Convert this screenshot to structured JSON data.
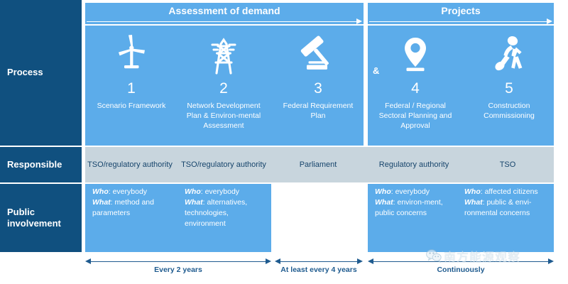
{
  "sidebar": {
    "rows": [
      {
        "label": "Process"
      },
      {
        "label": "Responsible"
      },
      {
        "label": "Public\ninvolvement"
      }
    ]
  },
  "headers": [
    {
      "label": "Assessment of demand",
      "arrow": "arrow-right"
    },
    {
      "label": "Projects",
      "arrow": "arrow-right"
    }
  ],
  "conjunction": "&",
  "steps": [
    {
      "number": "1",
      "label": "Scenario Framework",
      "icon": "wind-turbine-icon"
    },
    {
      "number": "2",
      "label": "Network Development Plan & Environ-mental Assessment",
      "icon": "transmission-tower-icon"
    },
    {
      "number": "3",
      "label": "Federal Requirement Plan",
      "icon": "gavel-icon"
    },
    {
      "number": "4",
      "label": "Federal / Regional Sectoral Planning and Approval",
      "icon": "map-pin-icon"
    },
    {
      "number": "5",
      "label": "Construction Commissioning",
      "icon": "construction-worker-icon"
    }
  ],
  "responsible": [
    {
      "value": "TSO/regulatory authority"
    },
    {
      "value": "TSO/regulatory authority"
    },
    {
      "value": "Parliament"
    },
    {
      "value": "Regulatory authority"
    },
    {
      "value": "TSO"
    }
  ],
  "public_involvement": [
    {
      "who_label": "Who",
      "who_value": ": everybody",
      "what_label": "What",
      "what_value": ": method and parameters",
      "filled": true
    },
    {
      "who_label": "Who",
      "who_value": ": everybody",
      "what_label": "What",
      "what_value": ": alternatives, technologies, environment",
      "filled": true
    },
    {
      "who_label": "",
      "who_value": "",
      "what_label": "",
      "what_value": "",
      "filled": false
    },
    {
      "who_label": "Who",
      "who_value": ": everybody",
      "what_label": "What",
      "what_value": ": environ-ment, public concerns",
      "filled": true
    },
    {
      "who_label": "Who",
      "who_value": ": affected citizens",
      "what_label": "What",
      "what_value": ": public & envi-ronmental concerns",
      "filled": true
    }
  ],
  "timeline": [
    {
      "label": "Every 2 years"
    },
    {
      "label": "At least every 4 years"
    },
    {
      "label": "Continuously"
    }
  ],
  "watermark": {
    "text": "南方能源观察",
    "icon": "wechat-icon"
  },
  "colors": {
    "sidebar_navy": "#10507f",
    "panel_blue": "#5cacea",
    "responsible_grey": "#c8d5dd",
    "timeline_blue": "#1f5b8f",
    "text_white": "#ffffff",
    "text_navy": "#17456c"
  }
}
